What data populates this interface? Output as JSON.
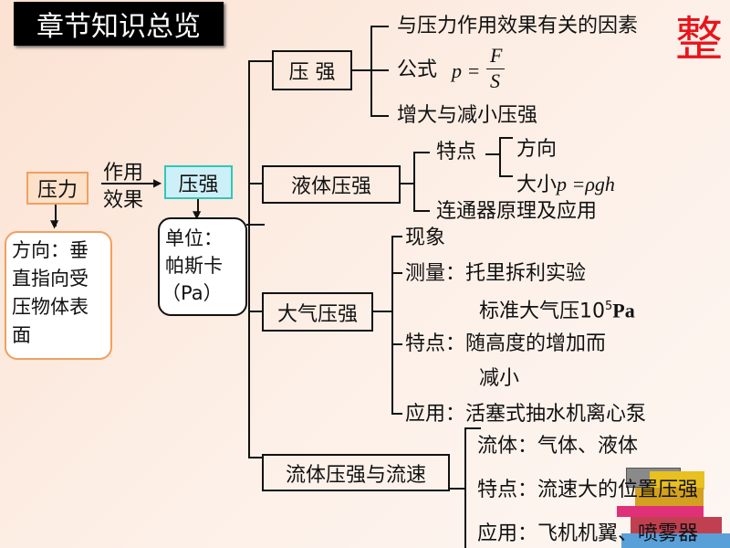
{
  "title": "章节知识总览",
  "corner_char": "整",
  "left": {
    "force": "压力",
    "effect_top": "作用",
    "effect_bottom": "效果",
    "pressure": "压强",
    "unit_lines": [
      "单位：",
      "帕斯卡",
      "（Pa）"
    ],
    "direction_lines": [
      "方向：垂",
      "直指向受",
      "压物体表",
      "面"
    ]
  },
  "branches": {
    "pressure": {
      "label": "压 强",
      "items": [
        "与压力作用效果有关的因素",
        "公式",
        "增大与减小压强"
      ],
      "formula": {
        "lhs": "p =",
        "num": "F",
        "den": "S"
      }
    },
    "liquid": {
      "label": "液体压强",
      "feature": "特点",
      "feature_items": [
        "方向",
        "大小"
      ],
      "formula": "p =ρgh",
      "item2": "连通器原理及应用"
    },
    "atmosphere": {
      "label": "大气压强",
      "items": [
        "现象",
        "测量：托里拆利实验",
        "标准大气压10",
        "特点：随高度的增加而",
        "减小",
        "应用：活塞式抽水机离心泵"
      ],
      "exp": "5",
      "unit": "Pa"
    },
    "fluid": {
      "label": "流体压强与流速",
      "items": [
        "流体：气体、液体",
        "特点：流速大的位置压强",
        "应用：飞机机翼、喷雾器"
      ]
    }
  }
}
